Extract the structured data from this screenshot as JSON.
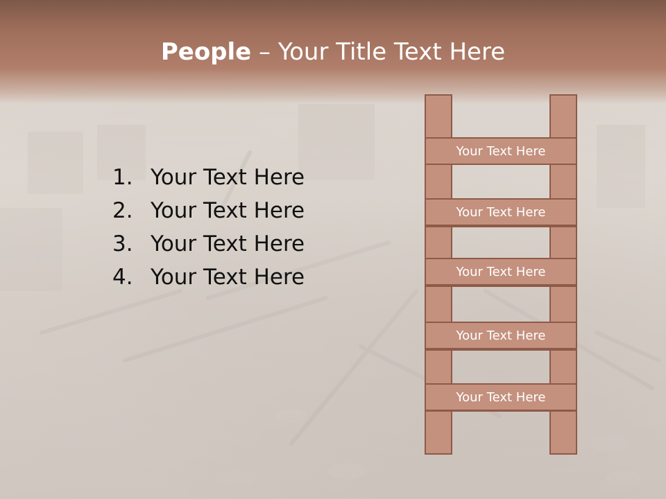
{
  "slide": {
    "title_bold": "People",
    "title_dash": " – ",
    "title_rest": "Your Title Text Here",
    "list": [
      {
        "num": "1.",
        "text": "Your Text Here"
      },
      {
        "num": "2.",
        "text": "Your Text Here"
      },
      {
        "num": "3.",
        "text": "Your Text Here"
      },
      {
        "num": "4.",
        "text": "Your Text Here"
      }
    ],
    "ladder_labels": [
      "Your Text Here",
      "Your Text Here",
      "Your Text Here",
      "Your Text Here",
      "Your Text Here"
    ]
  },
  "colors": {
    "title_band": "#a06f5c",
    "ladder_fill": "#c4917e",
    "ladder_border": "#8e5a48",
    "title_text": "#ffffff",
    "body_text": "#111111"
  }
}
